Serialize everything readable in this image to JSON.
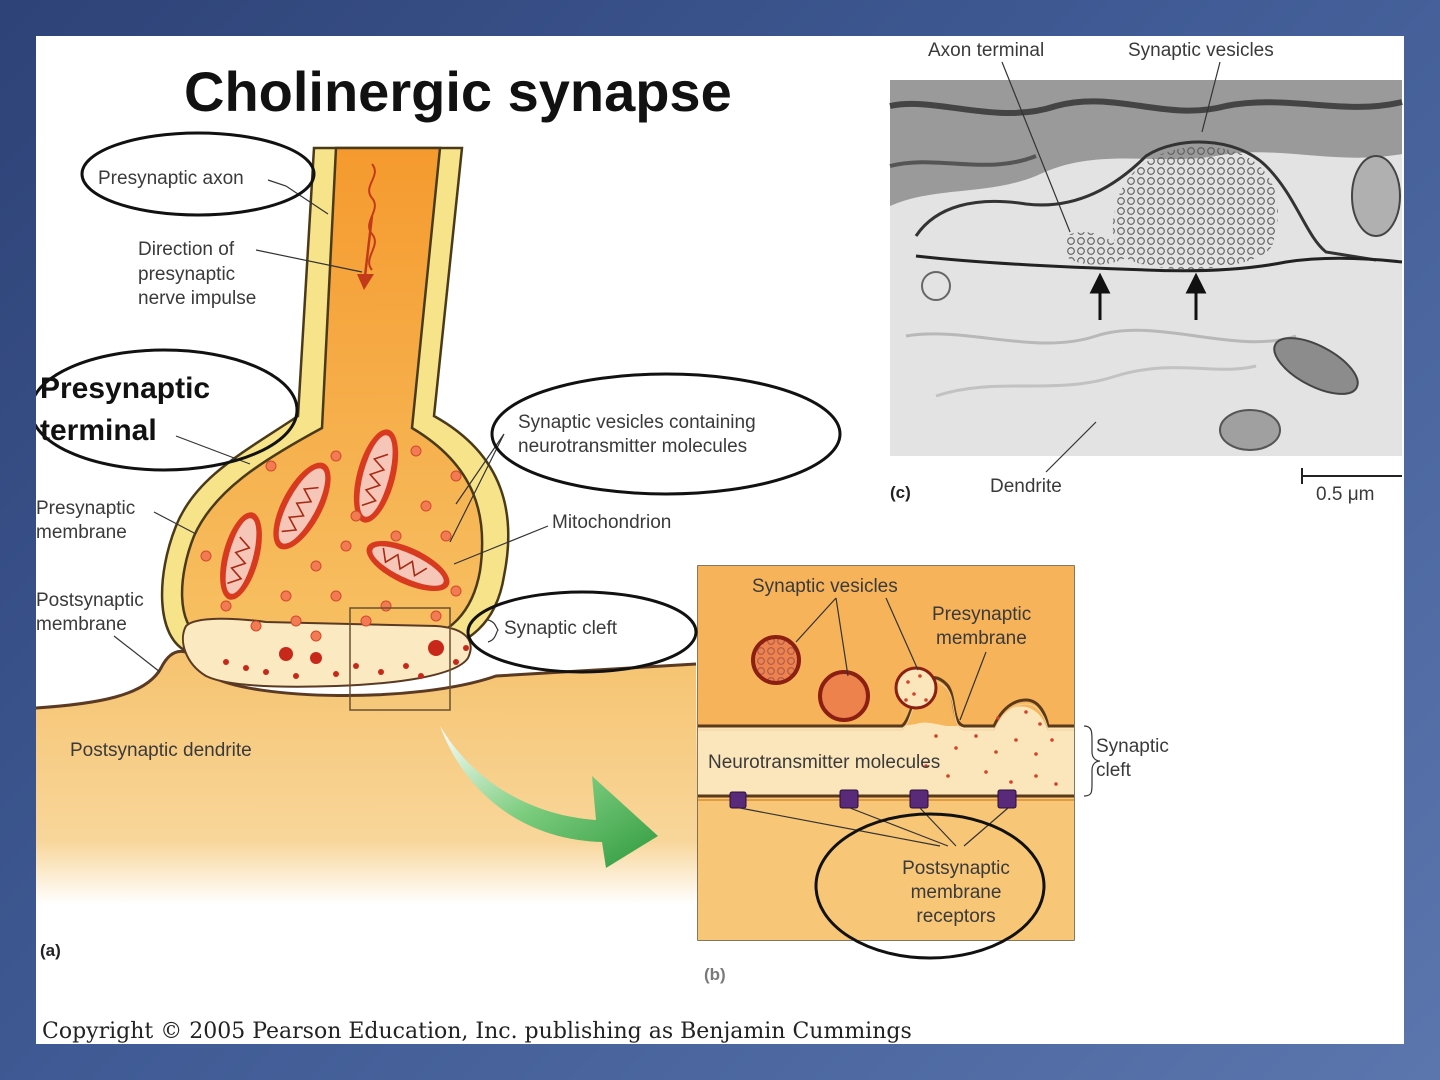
{
  "slide": {
    "title": "Cholinergic synapse",
    "copyright": "Copyright © 2005 Pearson Education, Inc. publishing as Benjamin Cummings",
    "background_color": "#3f5a94"
  },
  "panel_a": {
    "panel_label": "(a)",
    "labels": {
      "presynaptic_axon": "Presynaptic axon",
      "direction_line1": "Direction of",
      "direction_line2": "presynaptic",
      "direction_line3": "nerve impulse",
      "presynaptic_terminal_line1": "Presynaptic",
      "presynaptic_terminal_line2": "terminal",
      "presynaptic_membrane_line1": "Presynaptic",
      "presynaptic_membrane_line2": "membrane",
      "postsynaptic_membrane_line1": "Postsynaptic",
      "postsynaptic_membrane_line2": "membrane",
      "postsynaptic_dendrite": "Postsynaptic dendrite",
      "vesicles_line1": "Synaptic vesicles containing",
      "vesicles_line2": "neurotransmitter molecules",
      "mitochondrion": "Mitochondrion",
      "synaptic_cleft": "Synaptic cleft"
    }
  },
  "panel_b": {
    "panel_label": "(b)",
    "labels": {
      "synaptic_vesicles": "Synaptic vesicles",
      "presynaptic_membrane_line1": "Presynaptic",
      "presynaptic_membrane_line2": "membrane",
      "neurotransmitter": "Neurotransmitter molecules",
      "synaptic_cleft_line1": "Synaptic",
      "synaptic_cleft_line2": "cleft",
      "receptors_line1": "Postsynaptic",
      "receptors_line2": "membrane",
      "receptors_line3": "receptors"
    }
  },
  "panel_c": {
    "panel_label": "(c)",
    "labels": {
      "axon_terminal": "Axon terminal",
      "synaptic_vesicles": "Synaptic vesicles",
      "dendrite": "Dendrite",
      "scale_bar": "0.5 μm"
    }
  },
  "colors": {
    "axon_outer": "#f7e48a",
    "axon_inner": "#f6a23a",
    "dendrite": "#f7c97a",
    "mitochondria": "#d83a1f",
    "arrow_green": "#3ea64a",
    "receptor": "#5a2a7a"
  }
}
